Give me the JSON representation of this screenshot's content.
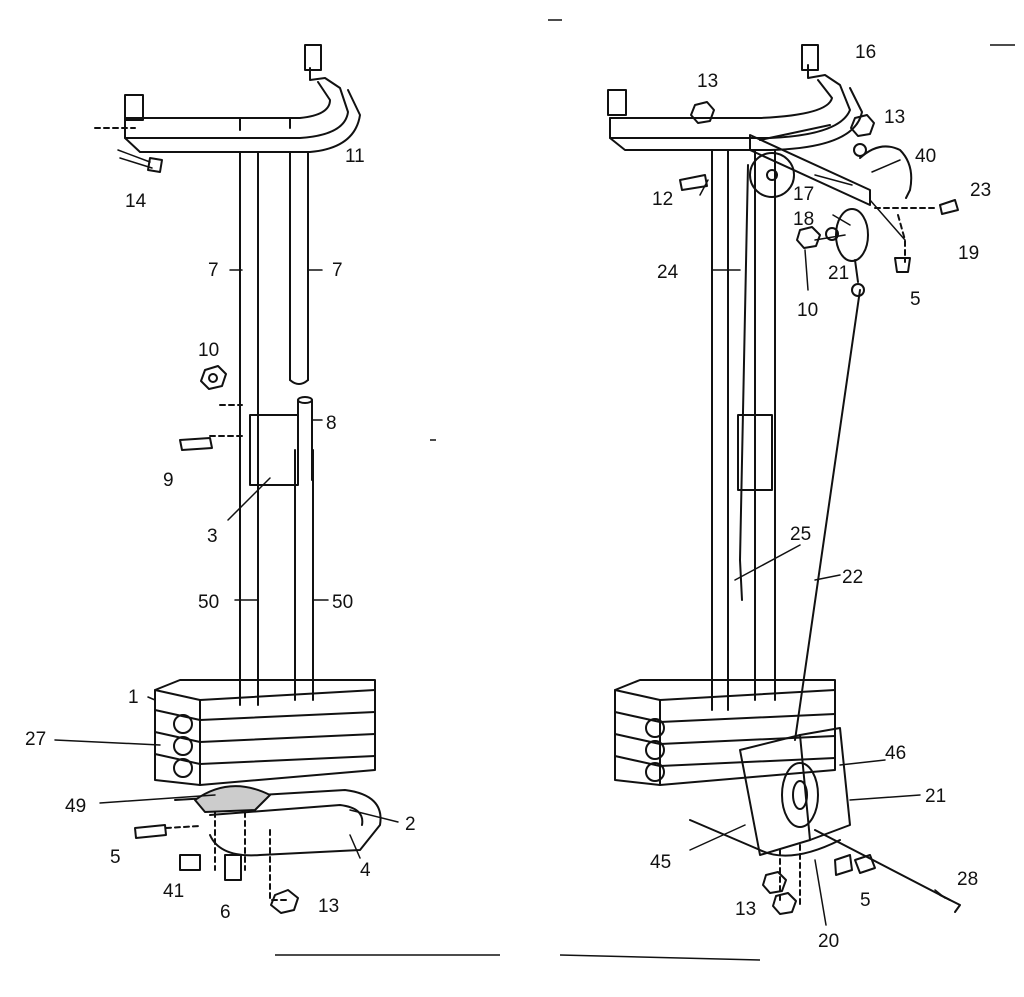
{
  "left_view": {
    "callouts": [
      {
        "id": "l14",
        "label": "14"
      },
      {
        "id": "l11",
        "label": "11"
      },
      {
        "id": "l7a",
        "label": "7"
      },
      {
        "id": "l7b",
        "label": "7"
      },
      {
        "id": "l10",
        "label": "10"
      },
      {
        "id": "l8",
        "label": "8"
      },
      {
        "id": "l9",
        "label": "9"
      },
      {
        "id": "l3",
        "label": "3"
      },
      {
        "id": "l50a",
        "label": "50"
      },
      {
        "id": "l50b",
        "label": "50"
      },
      {
        "id": "l1",
        "label": "1"
      },
      {
        "id": "l27",
        "label": "27"
      },
      {
        "id": "l49",
        "label": "49"
      },
      {
        "id": "l2",
        "label": "2"
      },
      {
        "id": "l5",
        "label": "5"
      },
      {
        "id": "l4",
        "label": "4"
      },
      {
        "id": "l41",
        "label": "41"
      },
      {
        "id": "l6",
        "label": "6"
      },
      {
        "id": "l13",
        "label": "13"
      }
    ]
  },
  "right_view": {
    "callouts": [
      {
        "id": "r16",
        "label": "16"
      },
      {
        "id": "r13a",
        "label": "13"
      },
      {
        "id": "r13b",
        "label": "13"
      },
      {
        "id": "r40",
        "label": "40"
      },
      {
        "id": "r23",
        "label": "23"
      },
      {
        "id": "r12",
        "label": "12"
      },
      {
        "id": "r17",
        "label": "17"
      },
      {
        "id": "r18",
        "label": "18"
      },
      {
        "id": "r19",
        "label": "19"
      },
      {
        "id": "r10",
        "label": "10"
      },
      {
        "id": "r21a",
        "label": "21"
      },
      {
        "id": "r24",
        "label": "24"
      },
      {
        "id": "r5a",
        "label": "5"
      },
      {
        "id": "r25",
        "label": "25"
      },
      {
        "id": "r22",
        "label": "22"
      },
      {
        "id": "r46",
        "label": "46"
      },
      {
        "id": "r21b",
        "label": "21"
      },
      {
        "id": "r45",
        "label": "45"
      },
      {
        "id": "r28",
        "label": "28"
      },
      {
        "id": "r13c",
        "label": "13"
      },
      {
        "id": "r5b",
        "label": "5"
      },
      {
        "id": "r20",
        "label": "20"
      }
    ]
  },
  "colors": {
    "ink": "#111111",
    "paper": "#ffffff"
  }
}
